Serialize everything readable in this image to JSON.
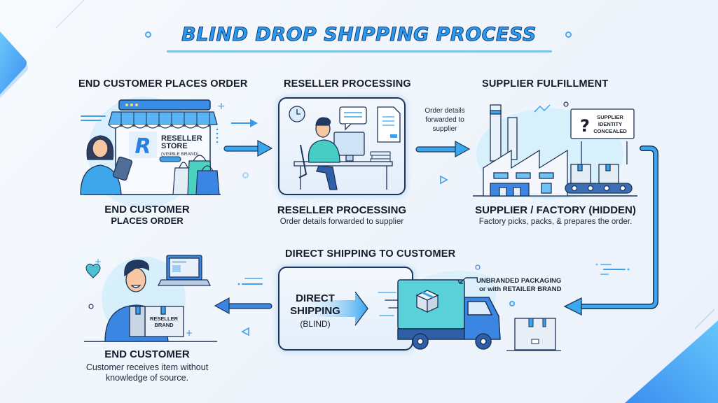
{
  "title": "BLIND DROP SHIPPING PROCESS",
  "steps": {
    "order": {
      "heading": "END CUSTOMER PLACES ORDER",
      "store_sign_line1": "RESELLER",
      "store_sign_line2": "STORE",
      "store_sign_line3": "(VISIBLE BRAND)",
      "logo_letter": "R",
      "caption_line1": "END CUSTOMER",
      "caption_line2": "PLACES ORDER"
    },
    "reseller": {
      "heading": "RESELLER PROCESSING",
      "caption_title": "RESELLER PROCESSING",
      "caption_text": "Order details forwarded to supplier"
    },
    "forward_arrow": {
      "label_line1": "Order details",
      "label_line2": "forwarded to",
      "label_line3": "supplier"
    },
    "supplier": {
      "heading": "SUPPLIER FULFILLMENT",
      "sign_symbol": "?",
      "sign_line1": "SUPPLIER",
      "sign_line2": "IDENTITY",
      "sign_line3": "CONCEALED",
      "caption_title": "SUPPLIER / FACTORY (HIDDEN)",
      "caption_text": "Factory picks, packs, & prepares the order."
    },
    "shipping": {
      "heading": "DIRECT SHIPPING TO CUSTOMER",
      "card_line1": "DIRECT",
      "card_line2": "SHIPPING",
      "card_line3": "(BLIND)",
      "packaging_note_line1": "UNBRANDED PACKAGING",
      "packaging_note_line2": "or with RETAILER BRAND"
    },
    "customer": {
      "box_label_line1": "RESELLER",
      "box_label_line2": "BRAND",
      "caption_title": "END CUSTOMER",
      "caption_line1": "Customer receives item without",
      "caption_line2": "knowledge of source."
    }
  },
  "colors": {
    "accent": "#2a9cf0",
    "outline": "#1d3457",
    "arrow": "#3a9be8"
  }
}
